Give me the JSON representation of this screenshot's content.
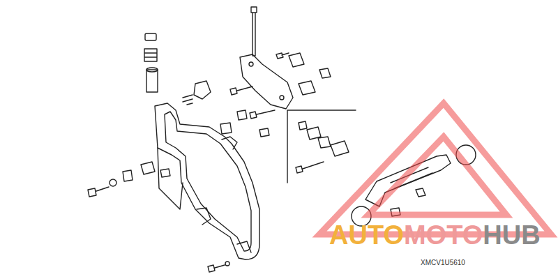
{
  "diagram": {
    "labels": [
      "XMCV1U5610",
      "AUTO",
      "MOTO",
      "HUB"
    ]
  }
}
